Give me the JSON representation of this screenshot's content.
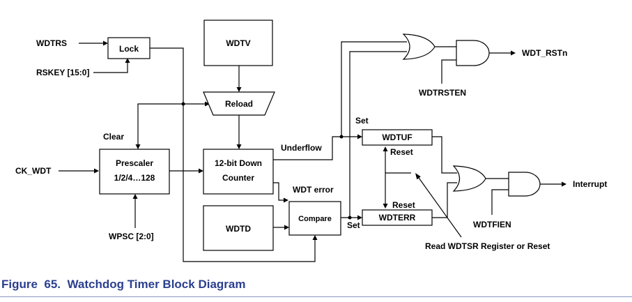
{
  "caption": "Figure  65.  Watchdog Timer Block Diagram",
  "blocks": {
    "lock": "Lock",
    "wdtv": "WDTV",
    "reload": "Reload",
    "prescaler_line1": "Prescaler",
    "prescaler_line2": "1/2/4…128",
    "counter_line1": "12-bit Down",
    "counter_line2": "Counter",
    "wdtd": "WDTD",
    "compare": "Compare",
    "wdtuf": "WDTUF",
    "wdterr": "WDTERR"
  },
  "signals": {
    "wdtrs": "WDTRS",
    "rskey": "RSKEY [15:0]",
    "ck_wdt": "CK_WDT",
    "wpsc": "WPSC [2:0]",
    "clear": "Clear",
    "underflow": "Underflow",
    "wdt_error": "WDT error",
    "set_top": "Set",
    "set_bottom": "Set",
    "reset_top": "Reset",
    "reset_bottom": "Reset",
    "wdtrsten": "WDTRSTEN",
    "wdt_rstn": "WDT_RSTn",
    "wdtfien": "WDTFIEN",
    "interrupt": "Interrupt",
    "read_wdtsr": "Read WDTSR Register or Reset"
  }
}
